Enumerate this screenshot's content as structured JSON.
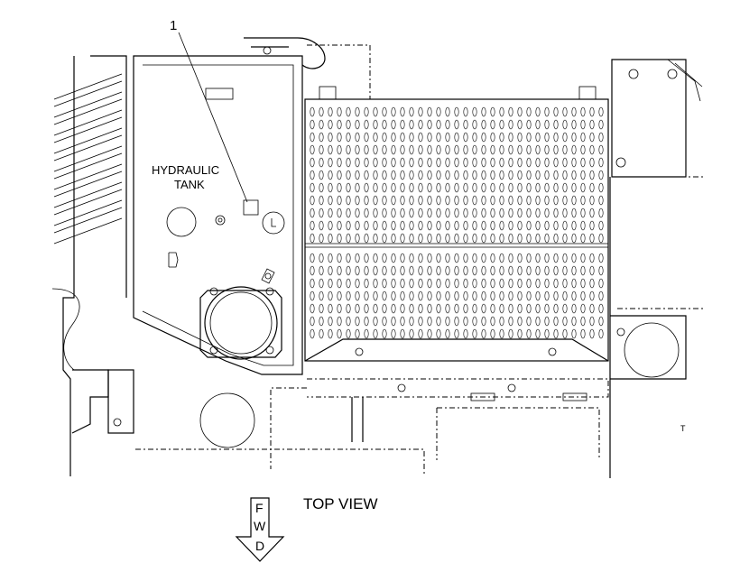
{
  "labels": {
    "callout_number": "1",
    "tank_line1": "HYDRAULIC",
    "tank_line2": "TANK",
    "view_title": "TOP VIEW",
    "fwd_f": "F",
    "fwd_w": "W",
    "fwd_d": "D"
  },
  "colors": {
    "ink": "#000000",
    "paper": "#ffffff"
  }
}
